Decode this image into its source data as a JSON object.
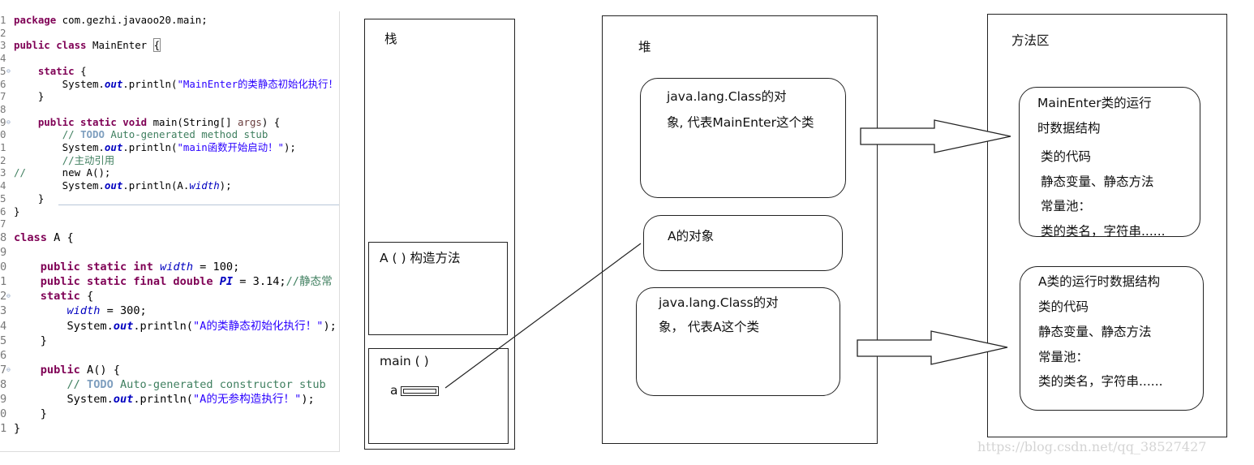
{
  "code": {
    "lines": [
      {
        "n": "1",
        "tokens": [
          [
            "kw",
            "package"
          ],
          [
            "pl",
            " com.gezhi.javaoo20.main;"
          ]
        ]
      },
      {
        "n": "2",
        "tokens": []
      },
      {
        "n": "3",
        "tokens": [
          [
            "kw",
            "public class"
          ],
          [
            "pl",
            " MainEnter "
          ],
          [
            "br",
            "{"
          ]
        ]
      },
      {
        "n": "4",
        "tokens": []
      },
      {
        "n": "5",
        "fold": true,
        "tokens": [
          [
            "pl",
            "    "
          ],
          [
            "kw",
            "static"
          ],
          [
            "pl",
            " {"
          ]
        ]
      },
      {
        "n": "6",
        "tokens": [
          [
            "pl",
            "        System."
          ],
          [
            "sfld",
            "out"
          ],
          [
            "pl",
            ".println("
          ],
          [
            "str",
            "\"MainEnter的类静态初始化执行！\""
          ],
          [
            "pl",
            ");"
          ]
        ]
      },
      {
        "n": "7",
        "tokens": [
          [
            "pl",
            "    }"
          ]
        ]
      },
      {
        "n": "8",
        "tokens": []
      },
      {
        "n": "9",
        "fold": true,
        "tokens": [
          [
            "pl",
            "    "
          ],
          [
            "kw",
            "public static void"
          ],
          [
            "pl",
            " main(String[] "
          ],
          [
            "var",
            "args"
          ],
          [
            "pl",
            ") {"
          ]
        ]
      },
      {
        "n": "0",
        "tokens": [
          [
            "pl",
            "        "
          ],
          [
            "cm",
            "// "
          ],
          [
            "todo",
            "TODO"
          ],
          [
            "cm",
            " Auto-generated method stub"
          ]
        ]
      },
      {
        "n": "1",
        "tokens": [
          [
            "pl",
            "        System."
          ],
          [
            "sfld",
            "out"
          ],
          [
            "pl",
            ".println("
          ],
          [
            "str",
            "\"main函数开始启动！\""
          ],
          [
            "pl",
            ");"
          ]
        ]
      },
      {
        "n": "2",
        "tokens": [
          [
            "pl",
            "        "
          ],
          [
            "cm",
            "//主动引用"
          ]
        ]
      },
      {
        "n": "3",
        "tokens": [
          [
            "cm",
            "//"
          ],
          [
            "pl",
            "      new A();"
          ]
        ]
      },
      {
        "n": "4",
        "tokens": [
          [
            "pl",
            "        System."
          ],
          [
            "sfld",
            "out"
          ],
          [
            "pl",
            ".println(A."
          ],
          [
            "fld",
            "width"
          ],
          [
            "pl",
            ");"
          ]
        ]
      },
      {
        "n": "5",
        "tokens": [
          [
            "pl",
            "    }"
          ]
        ]
      },
      {
        "n": "6",
        "tokens": [
          [
            "pl",
            "}"
          ]
        ]
      },
      {
        "n": "7",
        "tokens": []
      },
      {
        "n": "8",
        "tokens": [
          [
            "kw",
            "class"
          ],
          [
            "pl",
            " A {"
          ]
        ]
      },
      {
        "n": "9",
        "tokens": []
      },
      {
        "n": "0",
        "tokens": [
          [
            "pl",
            "    "
          ],
          [
            "kw",
            "public static int"
          ],
          [
            "pl",
            " "
          ],
          [
            "fld",
            "width"
          ],
          [
            "pl",
            " = 100;"
          ]
        ]
      },
      {
        "n": "1",
        "tokens": [
          [
            "pl",
            "    "
          ],
          [
            "kw",
            "public static final double"
          ],
          [
            "pl",
            " "
          ],
          [
            "sfld",
            "PI"
          ],
          [
            "pl",
            " = 3.14;"
          ],
          [
            "cm",
            "//静态常"
          ]
        ]
      },
      {
        "n": "2",
        "fold": true,
        "tokens": [
          [
            "pl",
            "    "
          ],
          [
            "kw",
            "static"
          ],
          [
            "pl",
            " {"
          ]
        ]
      },
      {
        "n": "3",
        "tokens": [
          [
            "pl",
            "        "
          ],
          [
            "fld",
            "width"
          ],
          [
            "pl",
            " = 300;"
          ]
        ]
      },
      {
        "n": "4",
        "tokens": [
          [
            "pl",
            "        System."
          ],
          [
            "sfld",
            "out"
          ],
          [
            "pl",
            ".println("
          ],
          [
            "str",
            "\"A的类静态初始化执行！\""
          ],
          [
            "pl",
            ");"
          ]
        ]
      },
      {
        "n": "5",
        "tokens": [
          [
            "pl",
            "    }"
          ]
        ]
      },
      {
        "n": "6",
        "tokens": []
      },
      {
        "n": "7",
        "fold": true,
        "tokens": [
          [
            "pl",
            "    "
          ],
          [
            "kw",
            "public"
          ],
          [
            "pl",
            " A() {"
          ]
        ]
      },
      {
        "n": "8",
        "tokens": [
          [
            "pl",
            "        "
          ],
          [
            "cm",
            "// "
          ],
          [
            "todo",
            "TODO"
          ],
          [
            "cm",
            " Auto-generated constructor stub"
          ]
        ]
      },
      {
        "n": "9",
        "tokens": [
          [
            "pl",
            "        System."
          ],
          [
            "sfld",
            "out"
          ],
          [
            "pl",
            ".println("
          ],
          [
            "str",
            "\"A的无参构造执行！\""
          ],
          [
            "pl",
            ");"
          ]
        ]
      },
      {
        "n": "0",
        "tokens": [
          [
            "pl",
            "    }"
          ]
        ]
      },
      {
        "n": "1",
        "tokens": [
          [
            "pl",
            "}"
          ]
        ]
      }
    ]
  },
  "diagram": {
    "stack": {
      "title": "栈",
      "frame_ctor": "A ( ) 构造方法",
      "frame_main": "main ( )",
      "var_a": "a"
    },
    "heap": {
      "title": "堆",
      "class_obj_main": [
        "java.lang.Class的对",
        "象, 代表MainEnter这个类"
      ],
      "a_object": "A的对象",
      "class_obj_a": [
        "java.lang.Class的对",
        "象， 代表A这个类"
      ]
    },
    "method_area": {
      "title": "方法区",
      "main_struct": [
        "MainEnter类的运行",
        "时数据结构",
        "类的代码",
        "静态变量、静态方法",
        "常量池：",
        "类的类名，字符串......"
      ],
      "a_struct": [
        "A类的运行时数据结构",
        "类的代码",
        "静态变量、静态方法",
        "常量池：",
        "类的类名，字符串......"
      ]
    }
  },
  "watermark": "https://blog.csdn.net/qq_38527427"
}
